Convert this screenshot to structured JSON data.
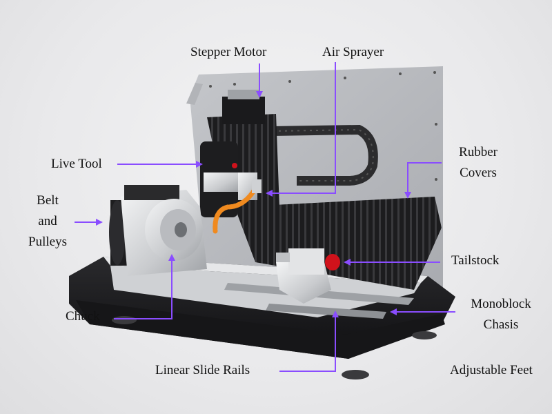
{
  "colors": {
    "arrow": "#8a4dff",
    "dark": "#1b1b1d",
    "silver": "#d7d9dc",
    "accent": "#d0121b",
    "orange": "#f08a1f"
  },
  "labels": {
    "stepper_motor": "Stepper Motor",
    "air_sprayer": "Air Sprayer",
    "live_tool": "Live Tool",
    "rubber_covers": [
      "Rubber",
      "Covers"
    ],
    "belt_pulleys": [
      "Belt",
      "and",
      "Pulleys"
    ],
    "tailstock": "Tailstock",
    "chuck": "Chuck",
    "monoblock": [
      "Monoblock",
      "Chasis"
    ],
    "linear_rails": "Linear Slide Rails",
    "adjustable_feet": "Adjustable Feet"
  }
}
